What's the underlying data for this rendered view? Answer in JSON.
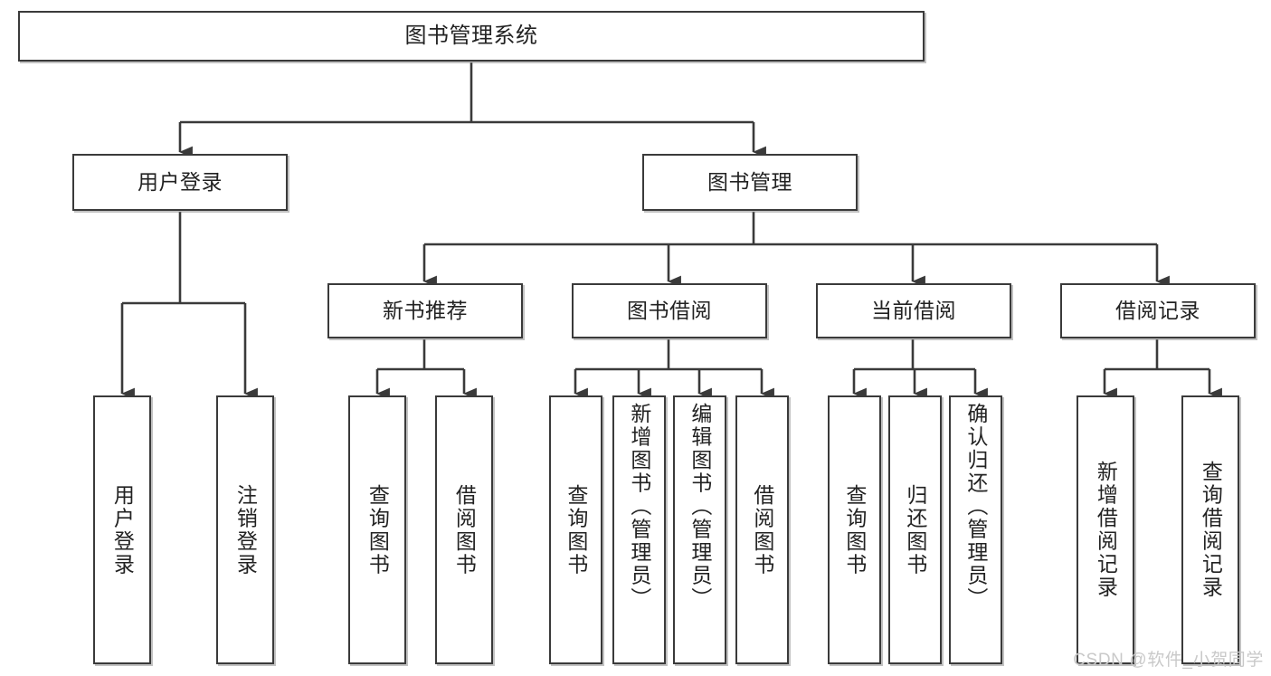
{
  "diagram": {
    "title": "图书管理系统",
    "type": "tree-hierarchy",
    "stroke_color": "#3a3a3a",
    "text_color": "#222222",
    "background": "#ffffff",
    "root": {
      "id": "root",
      "label": "图书管理系统"
    },
    "level2": [
      {
        "id": "user-login",
        "label": "用户登录"
      },
      {
        "id": "book-manage",
        "label": "图书管理"
      }
    ],
    "level3": [
      {
        "id": "new-book-rec",
        "label": "新书推荐",
        "parent": "book-manage"
      },
      {
        "id": "book-borrow",
        "label": "图书借阅",
        "parent": "book-manage"
      },
      {
        "id": "current-borrow",
        "label": "当前借阅",
        "parent": "book-manage"
      },
      {
        "id": "borrow-record",
        "label": "借阅记录",
        "parent": "book-manage"
      }
    ],
    "leaves": [
      {
        "id": "leaf-user-login",
        "label": "用户登录",
        "parent": "user-login"
      },
      {
        "id": "leaf-user-logout",
        "label": "注销登录",
        "parent": "user-login"
      },
      {
        "id": "leaf-query-book-1",
        "label": "查询图书",
        "parent": "new-book-rec"
      },
      {
        "id": "leaf-borrow-book-1",
        "label": "借阅图书",
        "parent": "new-book-rec"
      },
      {
        "id": "leaf-query-book-2",
        "label": "查询图书",
        "parent": "book-borrow"
      },
      {
        "id": "leaf-add-book",
        "label": "新增图书（管理员）",
        "parent": "book-borrow"
      },
      {
        "id": "leaf-edit-book",
        "label": "编辑图书（管理员）",
        "parent": "book-borrow"
      },
      {
        "id": "leaf-borrow-book-2",
        "label": "借阅图书",
        "parent": "book-borrow"
      },
      {
        "id": "leaf-query-book-3",
        "label": "查询图书",
        "parent": "current-borrow"
      },
      {
        "id": "leaf-return-book",
        "label": "归还图书",
        "parent": "current-borrow"
      },
      {
        "id": "leaf-confirm-return",
        "label": "确认归还（管理员）",
        "parent": "current-borrow"
      },
      {
        "id": "leaf-add-record",
        "label": "新增借阅记录",
        "parent": "borrow-record"
      },
      {
        "id": "leaf-query-record",
        "label": "查询借阅记录",
        "parent": "borrow-record"
      }
    ]
  },
  "watermark": {
    "text": "CSDN @软件_小贺同学"
  }
}
